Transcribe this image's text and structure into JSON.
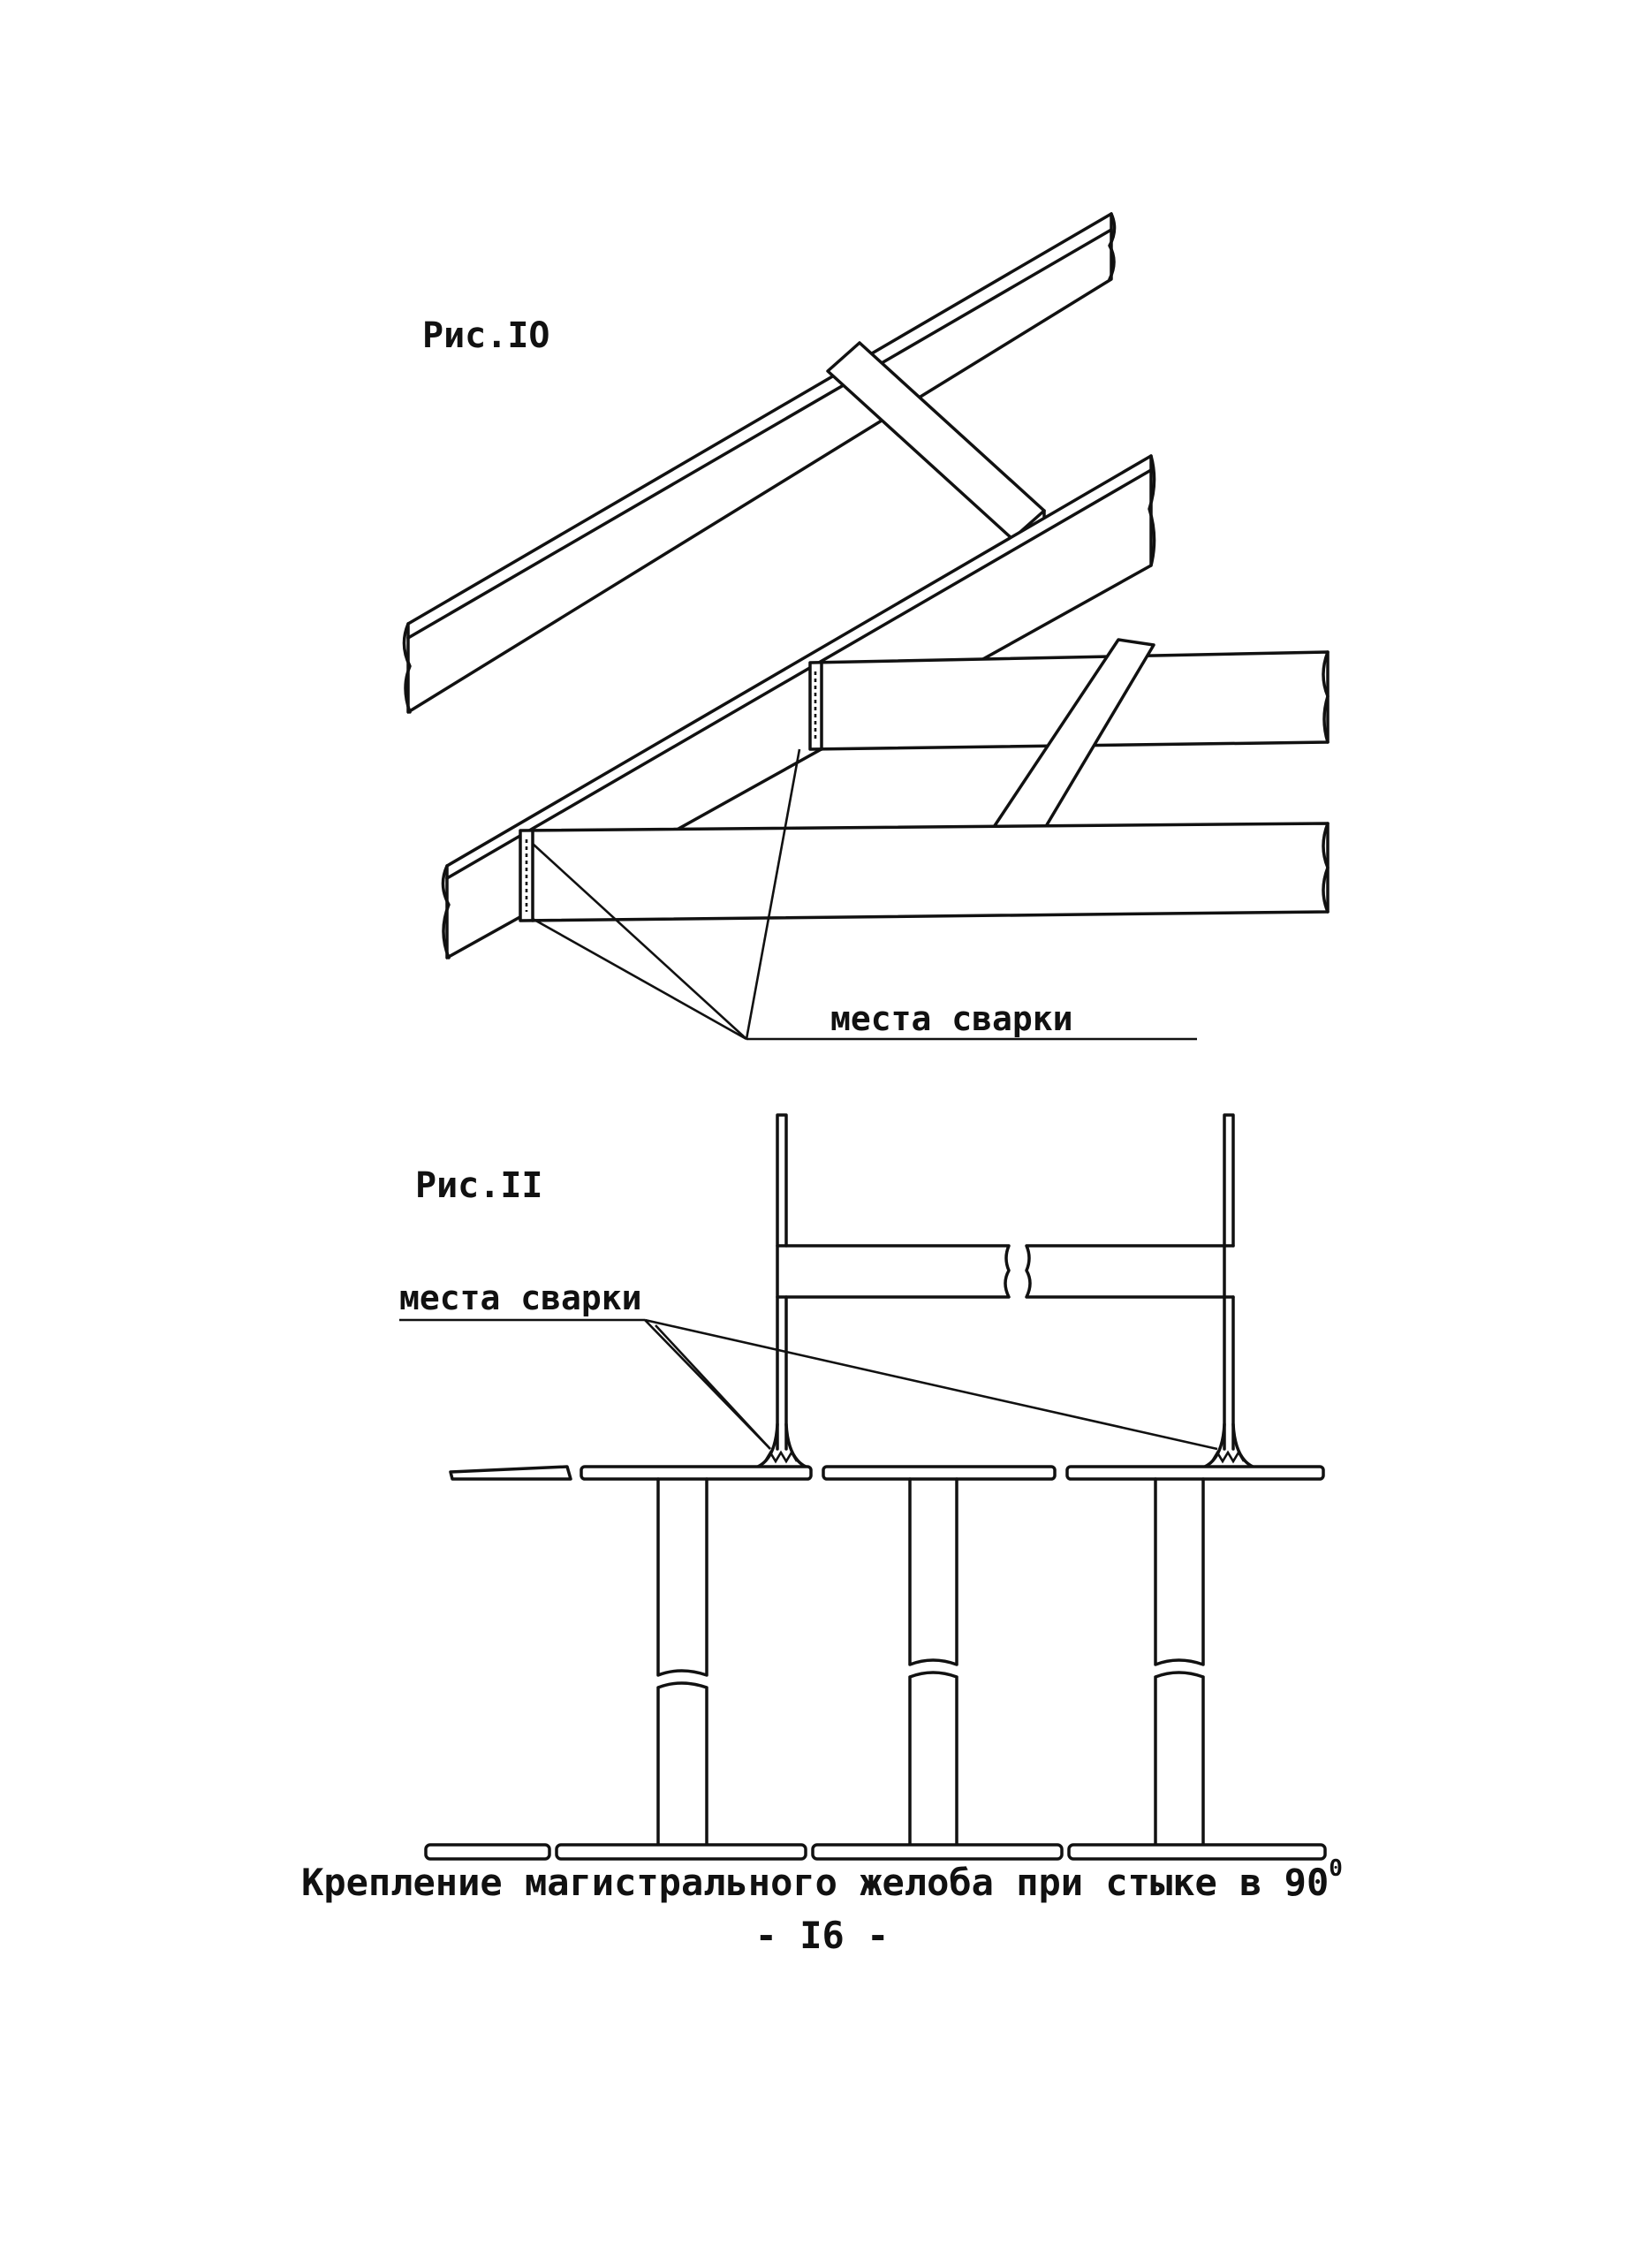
{
  "figures": {
    "fig10": {
      "label": "Рис.IO",
      "weld_callout": "места сварки"
    },
    "fig11": {
      "label": "Рис.II",
      "weld_callout": "места сварки"
    }
  },
  "caption": {
    "text": "Крепление магистрального желоба при стыке в 90",
    "superscript": "0"
  },
  "page_number": "- I6 -"
}
